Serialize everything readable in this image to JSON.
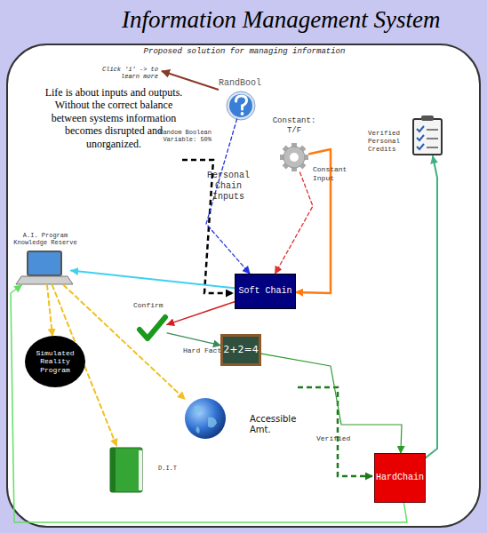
{
  "diagram": {
    "title": "Information Management System",
    "nodes": [
      {
        "text": [
          "Verified Personal Credits"
        ]
      },
      {
        "text": [
          "RandBool",
          "Random Boolean Variable: 50%"
        ]
      },
      {
        "text": [
          "Constant: T/F"
        ]
      },
      {
        "text": [
          "A.I. Program Knowledge Reserve"
        ]
      },
      {
        "text": [
          "Soft Chain"
        ]
      },
      {
        "text": [
          "Confirm"
        ]
      },
      {
        "text": [
          "2+2=4"
        ]
      },
      {
        "text": [
          "Simulated Reality Program"
        ]
      },
      {
        "text": [
          "Accessible Amt."
        ]
      },
      {
        "text": [
          "D.I.T"
        ]
      },
      {
        "text": [
          "HardChain"
        ]
      }
    ],
    "edges": [
      {
        "from": 1,
        "to": 4,
        "label": "Personal Chain Inputs",
        "arrow": "to"
      },
      {
        "from": 2,
        "to": 4,
        "label": "Constant Input",
        "arrow": "to"
      },
      {
        "from": 2,
        "to": 4,
        "arrow": "to"
      },
      {
        "from": 4,
        "to": 3,
        "arrow": "to"
      },
      {
        "from": 4,
        "to": 5,
        "arrow": "to"
      },
      {
        "from": 5,
        "to": 6,
        "label": "Hard Fact",
        "arrow": "to"
      },
      {
        "from": 6,
        "to": 10,
        "label": "Verified",
        "arrow": "to"
      },
      {
        "from": 10,
        "to": 0,
        "arrow": "to"
      },
      {
        "from": 10,
        "to": 3,
        "arrow": "to"
      },
      {
        "from": 3,
        "to": 7,
        "arrow": "to"
      },
      {
        "from": 3,
        "to": 9,
        "arrow": "to"
      },
      {
        "from": 3,
        "to": 8,
        "arrow": "to"
      }
    ],
    "labels": [
      "Proposed solution for managing information",
      "Click 'i' -> to learn more",
      "Life is about inputs and outputs. Without the correct balance between systems information becomes disrupted and unorganized."
    ]
  }
}
